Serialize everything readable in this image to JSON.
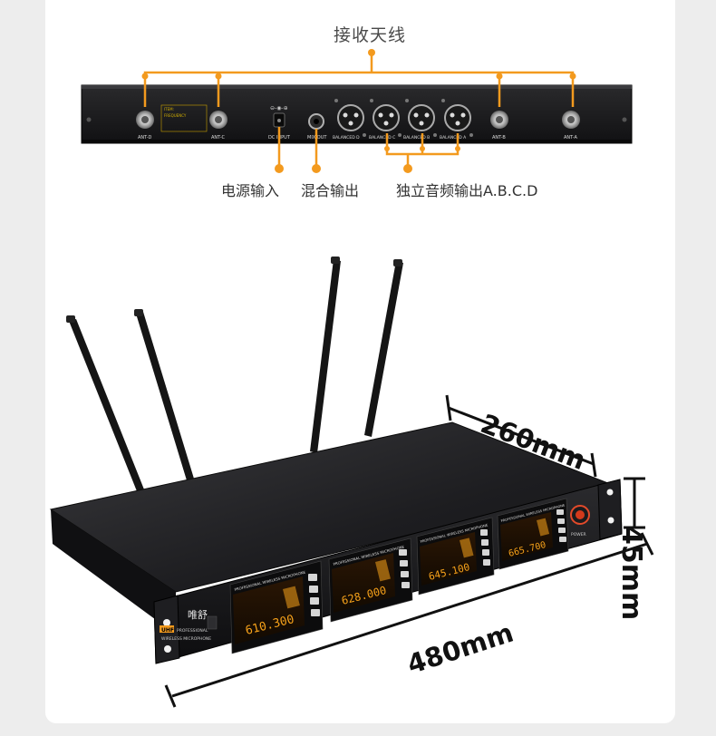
{
  "rear_panel": {
    "title": "接收天线",
    "callouts": {
      "power": "电源输入",
      "mix": "混合输出",
      "balanced": "独立音频输出A.B.C.D"
    },
    "labels": {
      "ant_d": "ANT-D",
      "ant_c": "ANT-C",
      "ant_b": "ANT-B",
      "ant_a": "ANT-A",
      "dc_input": "DC INPUT",
      "mix_out": "MIX OUT",
      "bal_d": "BALANCED D",
      "bal_c": "BALANCED C",
      "bal_b": "BALANCED B",
      "bal_a": "BALANCED A",
      "item": "ITEM:",
      "frequency": "FREQUENCY"
    }
  },
  "front_panel": {
    "brand": "唯舒",
    "badge": "UHF",
    "sub_brand": "PROFESSIONAL",
    "model_line": "WIRELESS MICROPHONE",
    "channel_header": "PROFESSIONAL WIRELESS MICROPHONE",
    "power_label": "POWER",
    "channels": [
      {
        "freq": "610.300"
      },
      {
        "freq": "628.000"
      },
      {
        "freq": "645.100"
      },
      {
        "freq": "665.700"
      }
    ]
  },
  "dimensions": {
    "depth": "260mm",
    "height": "45mm",
    "width": "480mm"
  },
  "colors": {
    "accent": "#f39a1e",
    "display": "#f7a21a",
    "chassis": "#1c1c1e"
  }
}
